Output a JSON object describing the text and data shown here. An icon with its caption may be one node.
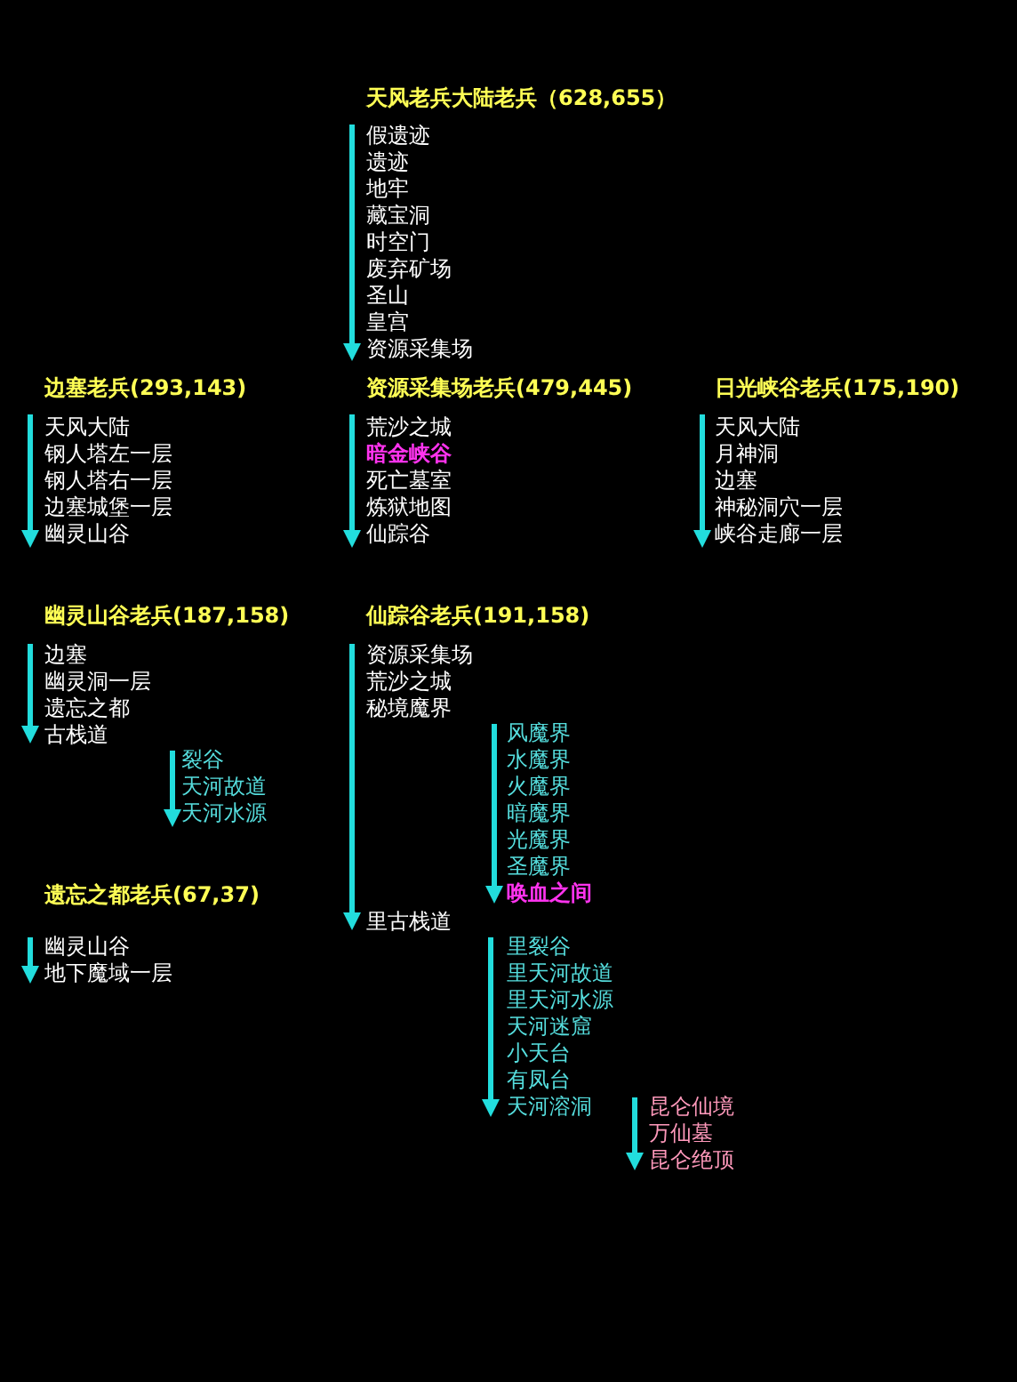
{
  "diagram": {
    "labels": [
      "天风老兵大陆老兵（628,655）",
      "假遗迹",
      "遗迹",
      "地牢",
      "藏宝洞",
      "时空门",
      "废弃矿场",
      "圣山",
      "皇宫",
      "资源采集场",
      "边塞老兵(293,143)",
      "天风大陆",
      "钢人塔左一层",
      "钢人塔右一层",
      "边塞城堡一层",
      "幽灵山谷",
      "资源采集场老兵(479,445)",
      "荒沙之城",
      "暗金峡谷",
      "死亡墓室",
      "炼狱地图",
      "仙踪谷",
      "日光峡谷老兵(175,190)",
      "天风大陆",
      "月神洞",
      "边塞",
      "神秘洞穴一层",
      "峡谷走廊一层",
      "幽灵山谷老兵(187,158)",
      "边塞",
      "幽灵洞一层",
      "遗忘之都",
      "古栈道",
      "裂谷",
      "天河故道",
      "天河水源",
      "仙踪谷老兵(191,158)",
      "资源采集场",
      "荒沙之城",
      "秘境魔界",
      "风魔界",
      "水魔界",
      "火魔界",
      "暗魔界",
      "光魔界",
      "圣魔界",
      "唤血之间",
      "里古栈道",
      "遗忘之都老兵(67,37)",
      "幽灵山谷",
      "地下魔域一层",
      "里裂谷",
      "里天河故道",
      "里天河水源",
      "天河迷窟",
      "小天台",
      "有凤台",
      "天河溶洞",
      "昆仑仙境",
      "万仙墓",
      "昆仑绝顶"
    ]
  }
}
